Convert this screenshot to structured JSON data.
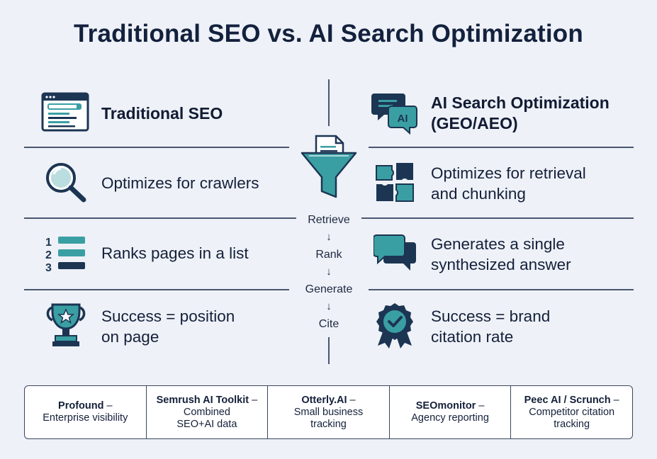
{
  "title": "Traditional SEO vs. AI Search Optimization",
  "left": {
    "header": "Traditional SEO",
    "header_icon": "browser-window-icon",
    "rows": [
      {
        "icon": "magnifier-icon",
        "text": "Optimizes for crawlers"
      },
      {
        "icon": "ranked-list-icon",
        "text": "Ranks pages in a list"
      },
      {
        "icon": "trophy-icon",
        "line1": "Success = position",
        "line2": "on page"
      }
    ]
  },
  "right": {
    "header_line1": "AI Search Optimization",
    "header_line2": "(GEO/AEO)",
    "header_icon": "ai-chat-bubble-icon",
    "rows": [
      {
        "icon": "puzzle-icon",
        "line1": "Optimizes for retrieval",
        "line2": "and chunking"
      },
      {
        "icon": "chat-bubbles-icon",
        "line1": "Generates a single",
        "line2": "synthesized answer"
      },
      {
        "icon": "award-badge-icon",
        "line1": "Success = brand",
        "line2": "citation rate"
      }
    ]
  },
  "flow": {
    "icon": "document-funnel-icon",
    "steps": [
      "Retrieve",
      "Rank",
      "Generate",
      "Cite"
    ],
    "arrow": "↓"
  },
  "tools": [
    {
      "name": "Profound",
      "sep": " –",
      "desc": "Enterprise visibility"
    },
    {
      "name": "Semrush AI Toolkit",
      "sep": " –",
      "desc1": "Combined",
      "desc2": "SEO+AI data"
    },
    {
      "name": "Otterly.AI",
      "sep": " –",
      "desc1": "Small business",
      "desc2": "tracking"
    },
    {
      "name": "SEOmonitor",
      "sep": " –",
      "desc": "Agency reporting"
    },
    {
      "name": "Peec AI / Scrunch",
      "sep": " –",
      "desc1": "Competitor citation",
      "desc2": "tracking"
    }
  ],
  "colors": {
    "teal": "#3a9fa3",
    "navy": "#1c3553",
    "line": "#4a5670"
  }
}
